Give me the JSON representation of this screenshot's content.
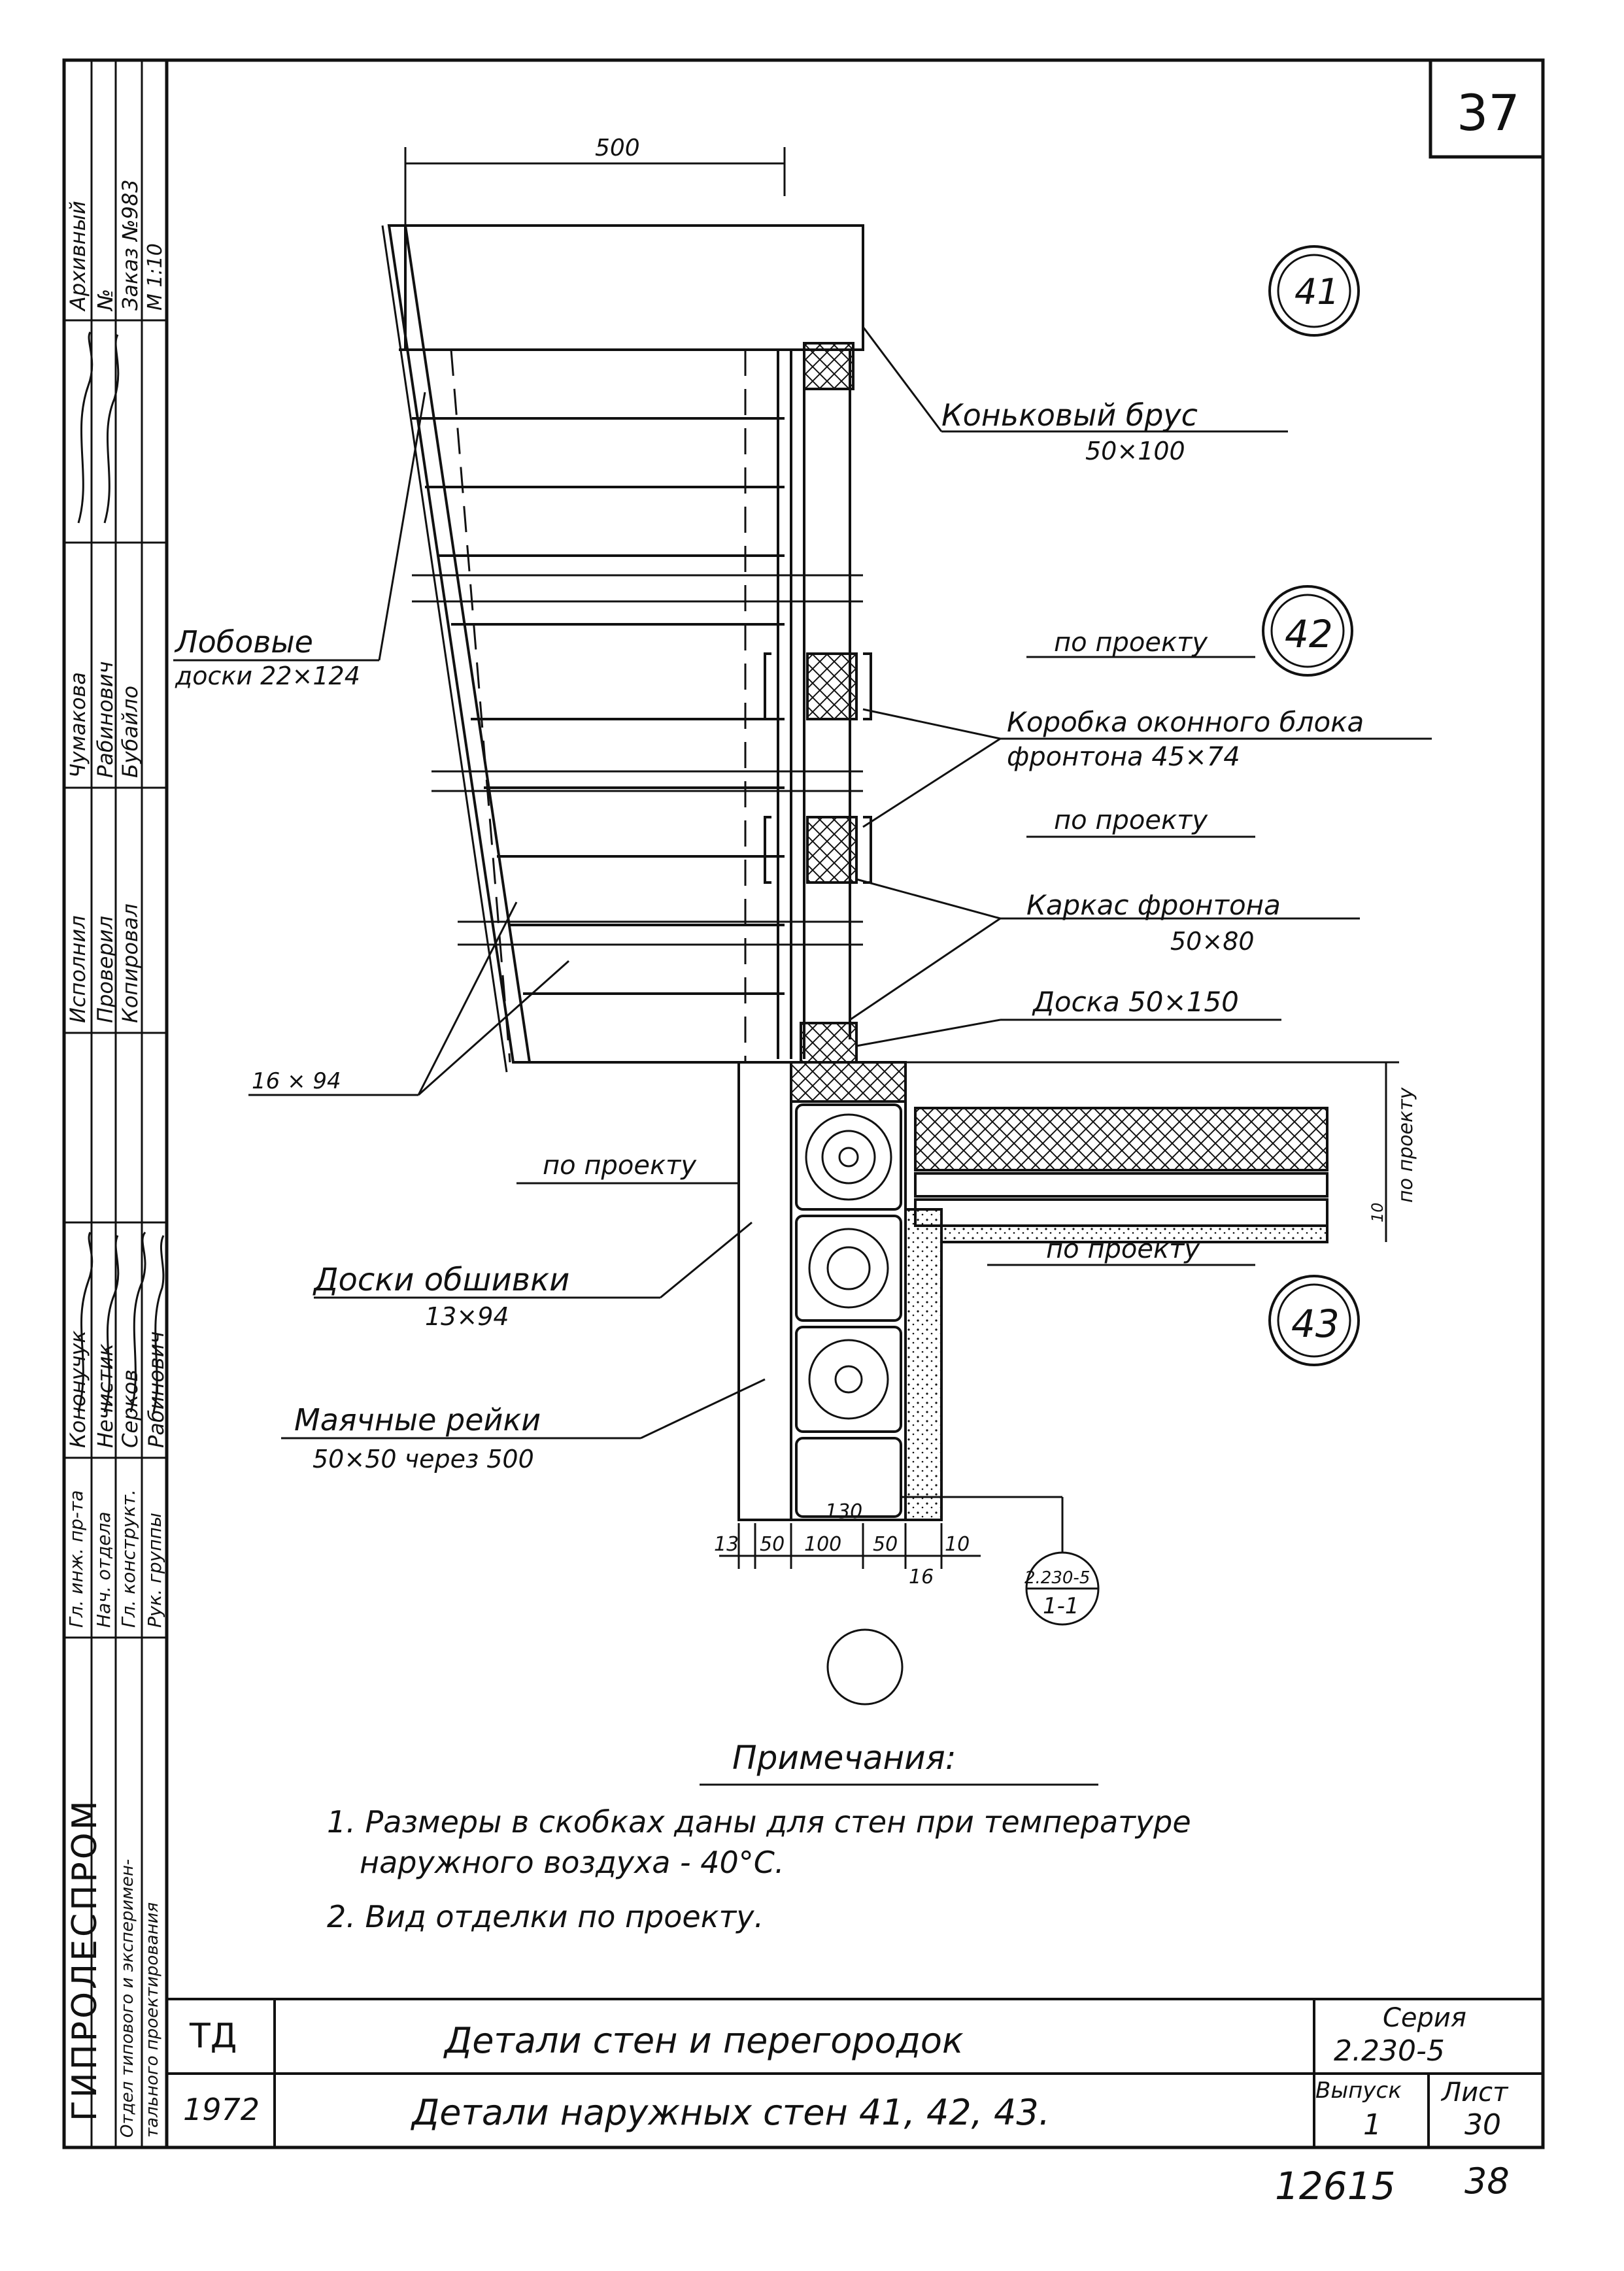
{
  "sheet_number": "37",
  "side_stamp": {
    "org": "ГИПРОЛЕСПРОМ",
    "dept_line1": "Отдел типового и эксперимен-",
    "dept_line2": "тального проектирования",
    "rows": [
      {
        "role": "Гл. инж. пр-та",
        "name": "Кононучук"
      },
      {
        "role": "Нач. отдела",
        "name": "Нечистик"
      },
      {
        "role": "Гл. конструкт.",
        "name": "Серков"
      },
      {
        "role": "Рук. группы",
        "name": "Рабинович"
      }
    ],
    "roles2": [
      {
        "role": "Исполнил",
        "name": "Чумакова"
      },
      {
        "role": "Проверил",
        "name": "Рабинович"
      },
      {
        "role": "Копировал",
        "name": "Бубайло"
      }
    ],
    "archive": {
      "label": "Архивный",
      "no": "№",
      "order": "Заказ №983",
      "scale": "М 1:10"
    }
  },
  "dimensions": {
    "top_width": "500",
    "board_1694": "16 × 94",
    "bottom": [
      "13",
      "50",
      "100",
      "50",
      "10"
    ],
    "bottom_130": "130",
    "bottom_16": "16",
    "right_10": "10"
  },
  "callouts": {
    "c41": "41",
    "c42": "42",
    "c43": "43",
    "ref_top": "2.230-5",
    "ref_bottom": "1-1"
  },
  "labels": {
    "ridge": "Коньковый брус",
    "ridge_size": "50×100",
    "fascia": "Лобовые",
    "fascia_size": "доски 22×124",
    "by_project_1": "по проекту",
    "window_box": "Коробка оконного блока",
    "window_box_2": "фронтона 45×74",
    "by_project_2": "по проекту",
    "frame": "Каркас фронтона",
    "frame_size": "50×80",
    "board": "Доска 50×150",
    "by_project_3": "по проекту",
    "by_project_4": "по проекту",
    "by_project_vert": "по проекту",
    "sheathing": "Доски обшивки",
    "sheathing_size": "13×94",
    "battens": "Маячные рейки",
    "battens_size": "50×50 через 500"
  },
  "notes": {
    "title": "Примечания:",
    "items": [
      "1. Размеры в скобках даны для стен при температуре",
      "наружного воздуха - 40°С.",
      "2. Вид отделки по проекту."
    ]
  },
  "title_block": {
    "code": "ТД",
    "year": "1972",
    "title": "Детали стен и перегородок",
    "subtitle": "Детали наружных стен 41, 42, 43.",
    "series_label": "Серия",
    "series": "2.230-5",
    "issue_label": "Выпуск",
    "issue": "1",
    "sheet_label": "Лист",
    "sheet": "30"
  },
  "footer": {
    "inv": "12615",
    "page": "38"
  }
}
